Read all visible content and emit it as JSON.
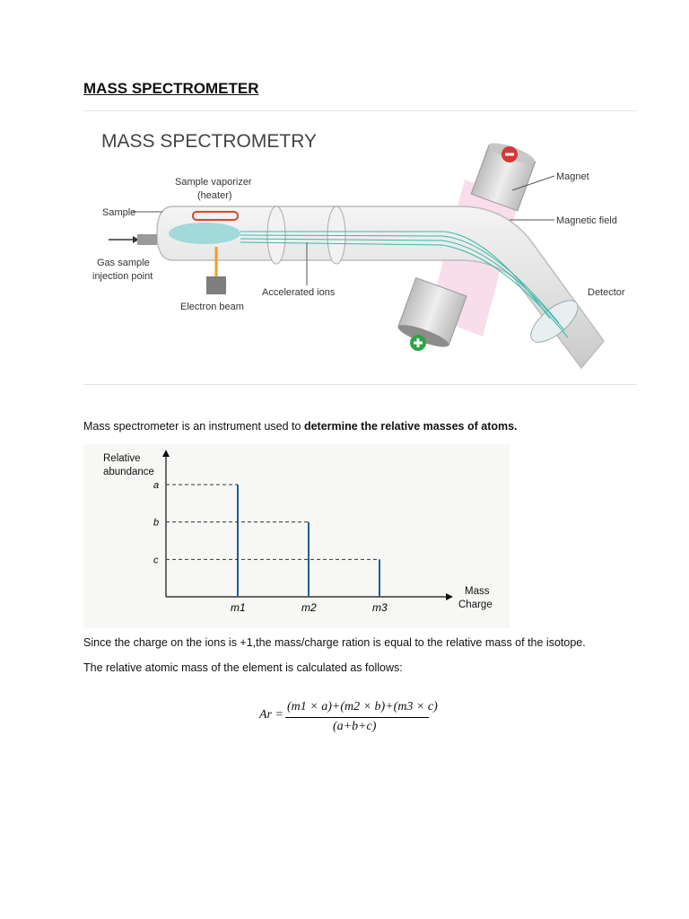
{
  "document": {
    "title": "MASS SPECTROMETER",
    "figure": {
      "heading": "MASS SPECTROMETRY",
      "labels": {
        "sample_vaporizer": "Sample vaporizer",
        "heater": "(heater)",
        "sample": "Sample",
        "gas_sample": "Gas sample",
        "injection_point": "injection point",
        "electron_beam": "Electron beam",
        "accelerated_ions": "Accelerated ions",
        "magnet": "Magnet",
        "magnetic_field": "Magnetic field",
        "detector": "Detector"
      }
    },
    "intro": {
      "prefix": "Mass spectrometer is an instrument used to ",
      "bold": "determine the relative masses of atoms."
    },
    "para_charge": "Since the charge on the ions is +1,the mass/charge ration is equal to the relative mass of the isotope.",
    "para_calc": "The relative atomic mass of the element is calculated as follows:",
    "formula": {
      "lhs": "Ar =",
      "numerator": "(m1 × a)+(m2 × b)+(m3 × c)",
      "denominator": "(a+b+c)"
    }
  },
  "chart_data": {
    "type": "bar",
    "ylabel": "Relative abundance",
    "xlabel": "Mass Charge",
    "categories": [
      "m1",
      "m2",
      "m3"
    ],
    "y_levels": [
      "a",
      "b",
      "c"
    ],
    "values": [
      3,
      2,
      1
    ]
  }
}
